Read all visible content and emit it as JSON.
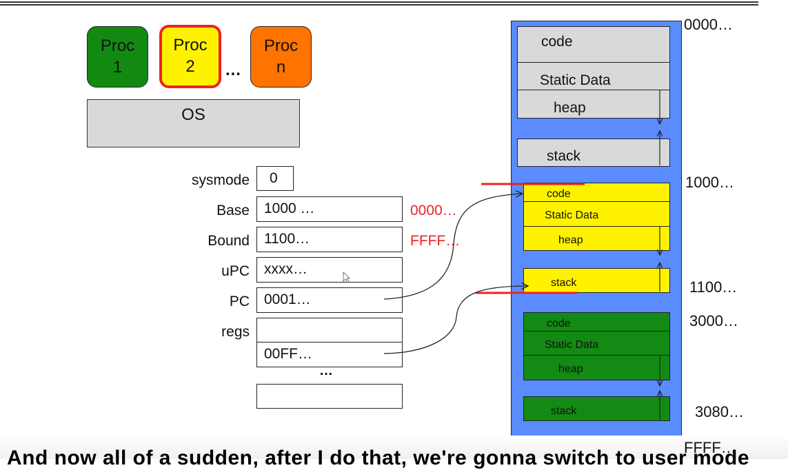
{
  "processes": [
    {
      "label_line1": "Proc",
      "label_line2": "1",
      "color": "#128a12",
      "active": false
    },
    {
      "label_line1": "Proc",
      "label_line2": "2",
      "color": "#fff200",
      "active": true
    },
    {
      "label_line1": "Proc",
      "label_line2": "n",
      "color": "#ff7300",
      "active": false
    }
  ],
  "processes_ellipsis": "…",
  "os_label": "OS",
  "registers": {
    "sysmode": {
      "label": "sysmode",
      "value": "0"
    },
    "base": {
      "label": "Base",
      "value": "1000 …",
      "note": "0000…"
    },
    "bound": {
      "label": "Bound",
      "value": "1100…",
      "note": "FFFF…"
    },
    "upc": {
      "label": "uPC",
      "value": "xxxx…"
    },
    "pc": {
      "label": "PC",
      "value": "0001…"
    },
    "regs": {
      "label": "regs",
      "values": [
        "",
        "00FF…"
      ]
    },
    "regs_ellipsis": "…",
    "last_reg_value": ""
  },
  "memory": {
    "os_region": {
      "color": "#d9d9d9",
      "segments": [
        "code",
        "Static Data",
        "heap",
        "stack"
      ]
    },
    "proc2_region": {
      "color": "#fff200",
      "segments": [
        "code",
        "Static Data",
        "heap",
        "stack"
      ]
    },
    "proc1_region": {
      "color": "#138a13",
      "segments": [
        "code",
        "Static Data",
        "heap",
        "stack"
      ]
    },
    "addresses": [
      "0000…",
      "1000…",
      "1100…",
      "3000…",
      "3080…",
      "FFFF…"
    ],
    "outer_color": "#5b8cff",
    "bound_marker_color": "#ee2222"
  },
  "caption": "And now all of a sudden, after I do that, we're gonna switch to user mode"
}
